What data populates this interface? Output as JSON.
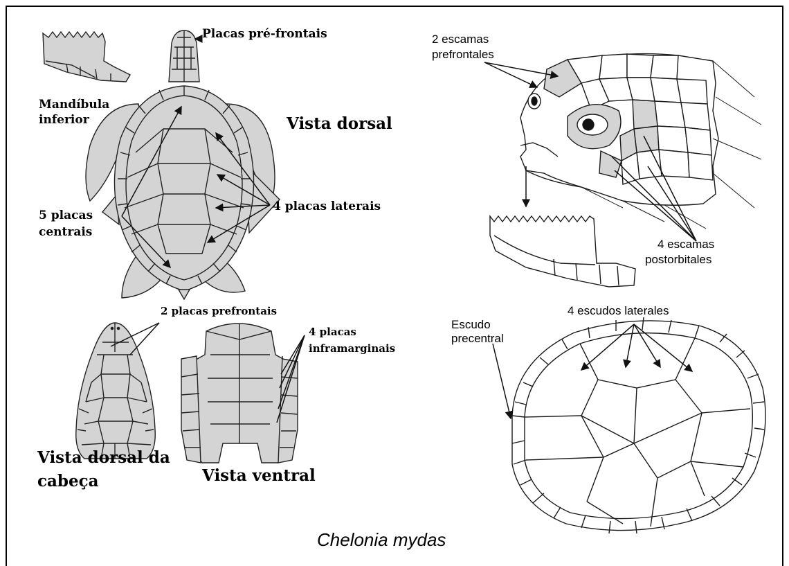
{
  "labels": {
    "placas_pre_frontais": "Placas pré-frontais",
    "mandibula_1": "Mandíbula",
    "mandibula_2": "inferior",
    "vista_dorsal": "Vista dorsal",
    "cinco_placas_1": "5 placas",
    "cinco_placas_2": "centrais",
    "quatro_placas_laterais": "4 placas laterais",
    "duas_placas_prefrontais": "2 placas prefrontais",
    "quatro_placas_infra_1": "4 placas",
    "quatro_placas_infra_2": "inframarginais",
    "vista_dorsal_cabeca_1": "Vista dorsal da",
    "vista_dorsal_cabeca_2": "cabeça",
    "vista_ventral": "Vista ventral",
    "escamas_pref_1": "2 escamas",
    "escamas_pref_2": "prefrontales",
    "escamas_post_1": "4 escamas",
    "escamas_post_2": "postorbitales",
    "escudos_laterales": "4 escudos laterales",
    "escudo_1": "Escudo",
    "escudo_2": "precentral",
    "species": "Chelonia mydas"
  },
  "colors": {
    "plate_fill": "#d4d4d4",
    "stroke": "#222222",
    "background": "#ffffff"
  }
}
